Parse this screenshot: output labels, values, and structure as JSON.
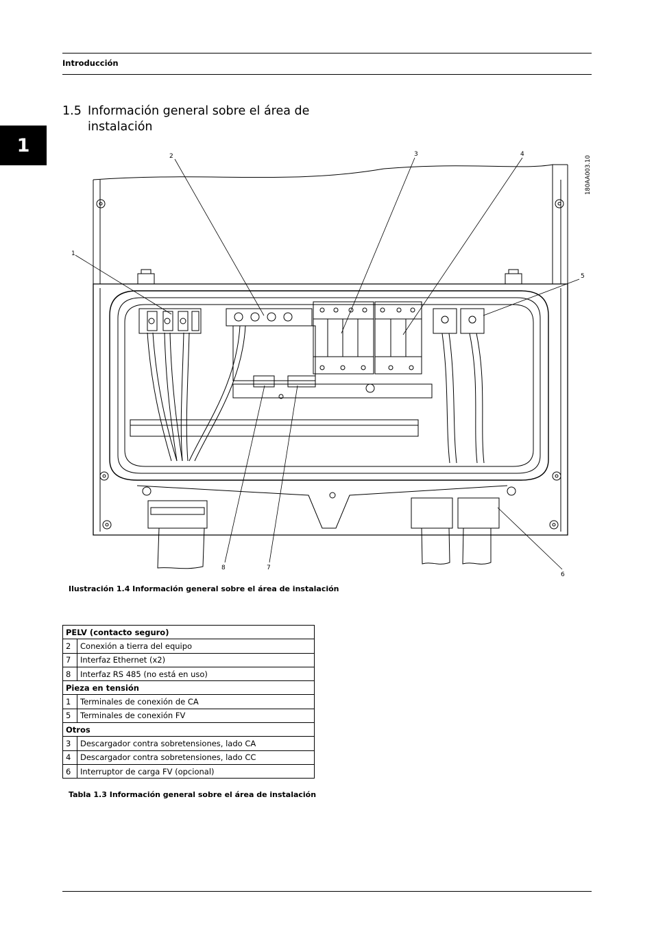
{
  "header": {
    "running_title": "Introducción",
    "chapter_number": "1"
  },
  "section": {
    "number": "1.5",
    "title_line1": "Información general sobre el área de",
    "title_line2": "instalación"
  },
  "figure": {
    "callouts": [
      "1",
      "2",
      "3",
      "4",
      "5",
      "6",
      "7",
      "8"
    ],
    "code": "180AA003.10",
    "caption": "Ilustración 1.4 Información general sobre el área de instalación"
  },
  "table": {
    "groups": [
      {
        "title": "PELV (contacto seguro)",
        "rows": [
          {
            "num": "2",
            "desc": "Conexión a tierra del equipo"
          },
          {
            "num": "7",
            "desc": "Interfaz Ethernet (x2)"
          },
          {
            "num": "8",
            "desc": "Interfaz RS 485 (no está en uso)"
          }
        ]
      },
      {
        "title": "Pieza en tensión",
        "rows": [
          {
            "num": "1",
            "desc": "Terminales de conexión de CA"
          },
          {
            "num": "5",
            "desc": "Terminales de conexión FV"
          }
        ]
      },
      {
        "title": "Otros",
        "rows": [
          {
            "num": "3",
            "desc": "Descargador contra sobretensiones, lado CA"
          },
          {
            "num": "4",
            "desc": "Descargador contra sobretensiones, lado CC"
          },
          {
            "num": "6",
            "desc": "Interruptor de carga FV (opcional)"
          }
        ]
      }
    ],
    "caption": "Tabla 1.3 Información general sobre el área de instalación"
  }
}
